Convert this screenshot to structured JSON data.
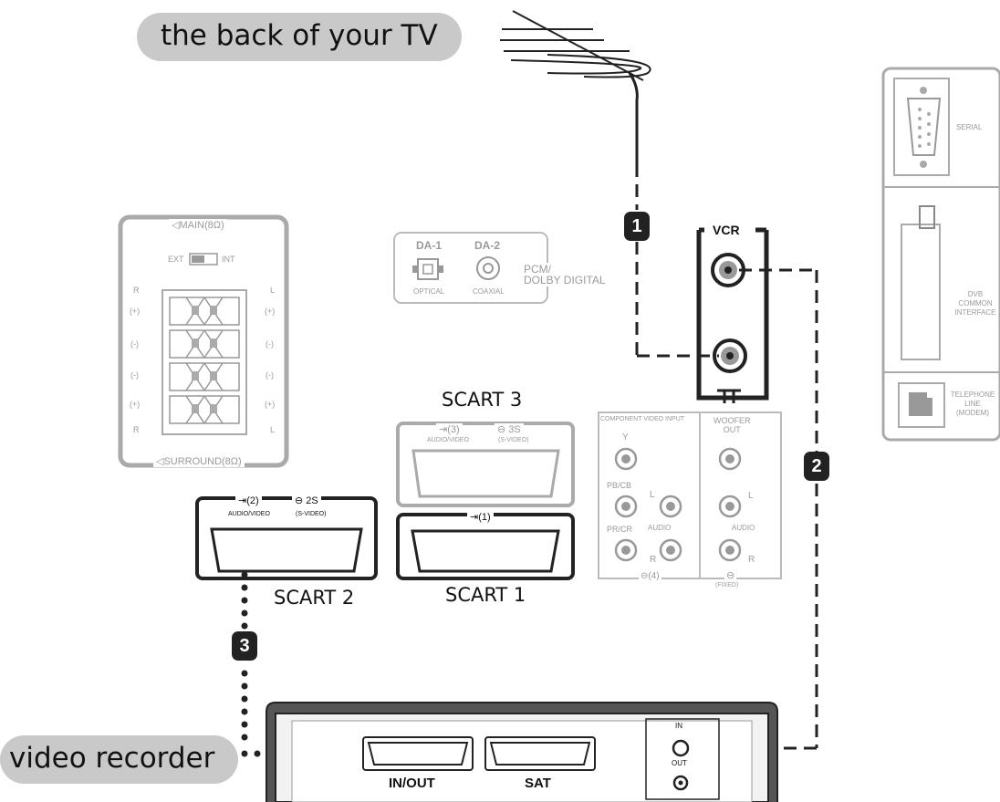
{
  "labels": {
    "back_of_tv": "the back of your TV",
    "video_recorder": "video recorder"
  },
  "speaker_panel": {
    "top": "◁MAIN(8Ω)",
    "switch_ext": "EXT",
    "switch_int": "INT",
    "left_col": [
      "R",
      "(+)",
      "(-)",
      "(-)",
      "(+)",
      "R"
    ],
    "right_col": [
      "L",
      "(+)",
      "(-)",
      "(-)",
      "(+)",
      "L"
    ],
    "bottom": "◁SURROUND(8Ω)"
  },
  "digital_panel": {
    "da1": "DA-1",
    "da2": "DA-2",
    "optical": "OPTICAL",
    "coaxial": "COAXIAL",
    "pcm": "PCM/",
    "dolby": "DOLBY DIGITAL"
  },
  "vcr_panel": {
    "title": "VCR"
  },
  "side_panel": {
    "serial": "SERIAL",
    "dvb": [
      "DVB",
      "COMMON",
      "INTERFACE"
    ],
    "telephone": [
      "TELEPHONE",
      "LINE",
      "(MODEM)"
    ]
  },
  "scart3": {
    "title": "SCART 3",
    "av": "(3)",
    "s": "3S",
    "av_sub": "AUDIO/VIDEO",
    "s_sub": "(S-VIDEO)"
  },
  "scart2": {
    "title": "SCART 2",
    "av": "(2)",
    "s": "2S",
    "av_sub": "AUDIO/VIDEO",
    "s_sub": "(S-VIDEO)"
  },
  "scart1": {
    "title": "SCART 1",
    "av": "(1)"
  },
  "component_panel": {
    "title": "COMPONENT VIDEO INPUT",
    "y": "Y",
    "pb": "PB/CB",
    "pr": "PR/CR",
    "l": "L",
    "r": "R",
    "audio": "AUDIO",
    "input": "(4)"
  },
  "woofer_panel": {
    "title1": "WOOFER",
    "title2": "OUT",
    "l": "L",
    "r": "R",
    "audio": "AUDIO",
    "fixed": "(FIXED)"
  },
  "steps": [
    "1",
    "2",
    "3"
  ],
  "recorder": {
    "inout": "IN/OUT",
    "sat": "SAT",
    "in": "IN",
    "out": "OUT"
  }
}
